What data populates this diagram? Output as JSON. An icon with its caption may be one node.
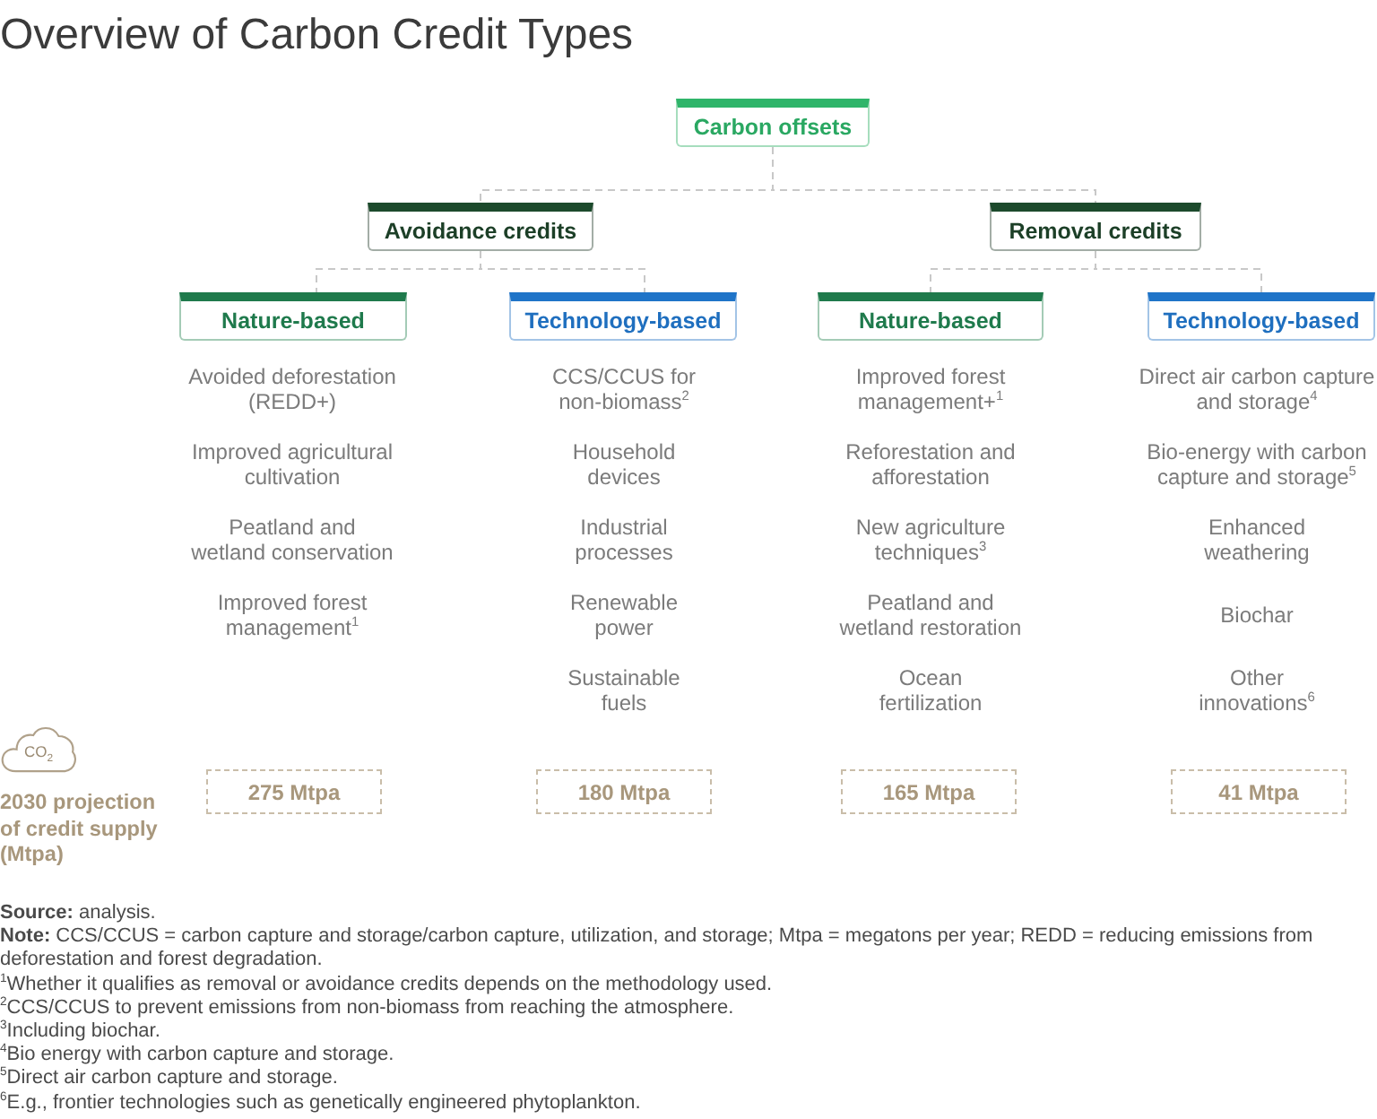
{
  "diagram": {
    "title": "Overview of Carbon Credit Types",
    "nodes": [
      {
        "text": [
          "Carbon offsets"
        ]
      },
      {
        "text": [
          "Avoidance credits"
        ]
      },
      {
        "text": [
          "Removal credits"
        ]
      },
      {
        "text": [
          "Nature-based"
        ],
        "beside": [
          "Avoided deforestation (REDD+)",
          "Improved agricultural cultivation",
          "Peatland and wetland conservation",
          "Improved forest management$^{1}$"
        ]
      },
      {
        "text": [
          "Technology-based"
        ],
        "beside": [
          "CCS/CCUS for non-biomass$^{2}$",
          "Household devices",
          "Industrial processes",
          "Renewable power",
          "Sustainable fuels"
        ]
      },
      {
        "text": [
          "Nature-based"
        ],
        "beside": [
          "Improved forest management+$^{1}$",
          "Reforestation and afforestation",
          "New agriculture techniques$^{3}$",
          "Peatland and wetland restoration",
          "Ocean fertilization"
        ]
      },
      {
        "text": [
          "Technology-based"
        ],
        "beside": [
          "Direct air carbon capture and storage$^{4}$",
          "Bio-energy with carbon capture and storage$^{5}$",
          "Enhanced weathering",
          "Biochar",
          "Other innovations$^{6}$"
        ]
      },
      {
        "text": [
          "CO$_{2}$"
        ]
      },
      {
        "text": [
          "275 Mtpa"
        ]
      },
      {
        "text": [
          "180 Mtpa"
        ]
      },
      {
        "text": [
          "165 Mtpa"
        ]
      },
      {
        "text": [
          "41 Mtpa"
        ]
      }
    ],
    "edges": [
      {
        "from": 0,
        "to": 1,
        "arrow": "none",
        "style": "dashed"
      },
      {
        "from": 0,
        "to": 2,
        "arrow": "none",
        "style": "dashed"
      },
      {
        "from": 1,
        "to": 3,
        "arrow": "none",
        "style": "dashed"
      },
      {
        "from": 1,
        "to": 4,
        "arrow": "none",
        "style": "dashed"
      },
      {
        "from": 2,
        "to": 5,
        "arrow": "none",
        "style": "dashed"
      },
      {
        "from": 2,
        "to": 6,
        "arrow": "none",
        "style": "dashed"
      }
    ],
    "labels": [
      "2030 projection of credit supply (Mtpa)",
      "**Source:** analysis.",
      "**Note:** CCS/CCUS = carbon capture and storage/carbon capture, utilization, and storage; Mtpa = megatons per year; REDD = reducing emissions from deforestation and forest degradation.",
      "$^{1}$Whether it qualifies as removal or avoidance credits depends on the methodology used.",
      "$^{2}$CCS/CCUS to prevent emissions from non-biomass from reaching the atmosphere.",
      "$^{3}$Including biochar.",
      "$^{4}$Bio energy with carbon capture and storage.",
      "$^{5}$Direct air carbon capture and storage.",
      "$^{6}$E.g., frontier technologies such as genetically engineered phytoplankton."
    ]
  }
}
